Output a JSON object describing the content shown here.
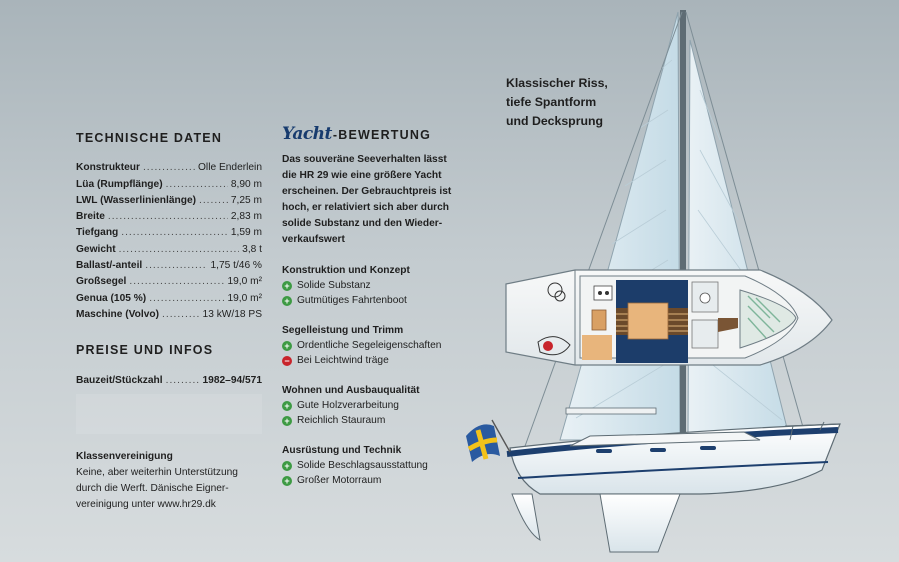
{
  "technical": {
    "heading": "TECHNISCHE DATEN",
    "rows": [
      {
        "label": "Konstrukteur",
        "value": "Olle Enderlein"
      },
      {
        "label": "Lüa (Rumpflänge)",
        "value": "8,90 m"
      },
      {
        "label": "LWL (Wasserlinienlänge)",
        "value": "7,25 m"
      },
      {
        "label": "Breite",
        "value": "2,83 m"
      },
      {
        "label": "Tiefgang",
        "value": "1,59 m"
      },
      {
        "label": "Gewicht",
        "value": "3,8 t"
      },
      {
        "label": "Ballast/-anteil",
        "value": "1,75 t/46 %"
      },
      {
        "label": "Großsegel",
        "value": "19,0 m²"
      },
      {
        "label": "Genua (105 %)",
        "value": "19,0 m²"
      },
      {
        "label": "Maschine (Volvo)",
        "value": "13 kW/18 PS"
      }
    ]
  },
  "prices": {
    "heading": "PREISE UND INFOS",
    "row": {
      "label": "Bauzeit/Stückzahl",
      "value": "1982–94/571"
    }
  },
  "club": {
    "title": "Klassenvereinigung",
    "lines": [
      "Keine, aber weiterhin Unterstützung",
      "durch die Werft. Dänische Eigner-",
      "vereinigung unter www.hr29.dk"
    ]
  },
  "rating": {
    "logo": "Yacht",
    "heading": "-BEWERTUNG",
    "intro": [
      "Das souveräne Seeverhalten lässt",
      "die HR 29 wie eine größere Yacht",
      "erscheinen. Der Gebrauchtpreis ist",
      "hoch, er relativiert sich aber durch",
      "solide Substanz und den Wieder-",
      "verkaufswert"
    ],
    "categories": [
      {
        "title": "Konstruktion und Konzept",
        "items": [
          {
            "sign": "+",
            "text": "Solide Substanz"
          },
          {
            "sign": "+",
            "text": "Gutmütiges Fahrtenboot"
          }
        ]
      },
      {
        "title": "Segelleistung und Trimm",
        "items": [
          {
            "sign": "+",
            "text": "Ordentliche Segeleigenschaften"
          },
          {
            "sign": "−",
            "text": "Bei Leichtwind träge"
          }
        ]
      },
      {
        "title": "Wohnen und Ausbauqualität",
        "items": [
          {
            "sign": "+",
            "text": "Gute Holzverarbeitung"
          },
          {
            "sign": "+",
            "text": "Reichlich Stauraum"
          }
        ]
      },
      {
        "title": "Ausrüstung und Technik",
        "items": [
          {
            "sign": "+",
            "text": "Solide Beschlagsausstattung"
          },
          {
            "sign": "+",
            "text": "Großer Motorraum"
          }
        ]
      }
    ]
  },
  "caption": [
    "Klassischer Riss,",
    "tiefe Spantform",
    "und Decksprung"
  ],
  "colors": {
    "hull_stripe": "#1d3f6e",
    "plus": "#3d9a43",
    "minus": "#c8242b",
    "logo": "#173b6e",
    "flag_blue": "#2a5aa0",
    "flag_yellow": "#f3c21a"
  }
}
